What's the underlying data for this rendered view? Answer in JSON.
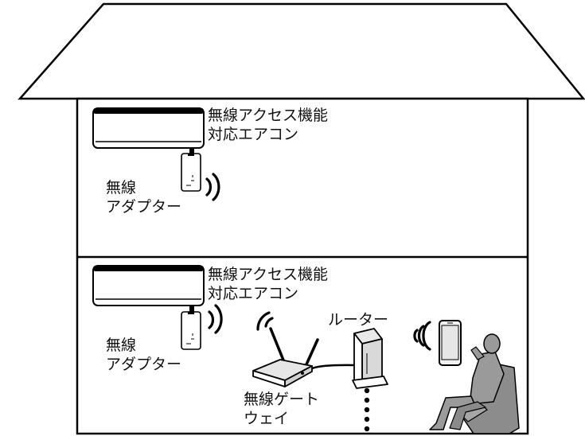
{
  "upper_floor": {
    "aircon_label": [
      "無線アクセス機能",
      "対応エアコン"
    ],
    "adapter_label": [
      "無線",
      "アダプター"
    ]
  },
  "lower_floor": {
    "aircon_label": [
      "無線アクセス機能",
      "対応エアコン"
    ],
    "adapter_label": [
      "無線",
      "アダプター"
    ],
    "router_label": "ルーター",
    "gateway_label": [
      "無線ゲート",
      "ウェイ"
    ]
  },
  "icons": [
    "house-roof",
    "air-conditioner-icon",
    "wireless-adapter-icon",
    "wifi-waves-icon",
    "wireless-gateway-icon",
    "router-icon",
    "smartphone-icon",
    "person-in-armchair-icon"
  ],
  "colors": {
    "line": "#000000",
    "device_fill": "#ffffff",
    "device_shade": "#d9d9d9",
    "silhouette": "#8c8c8c"
  }
}
